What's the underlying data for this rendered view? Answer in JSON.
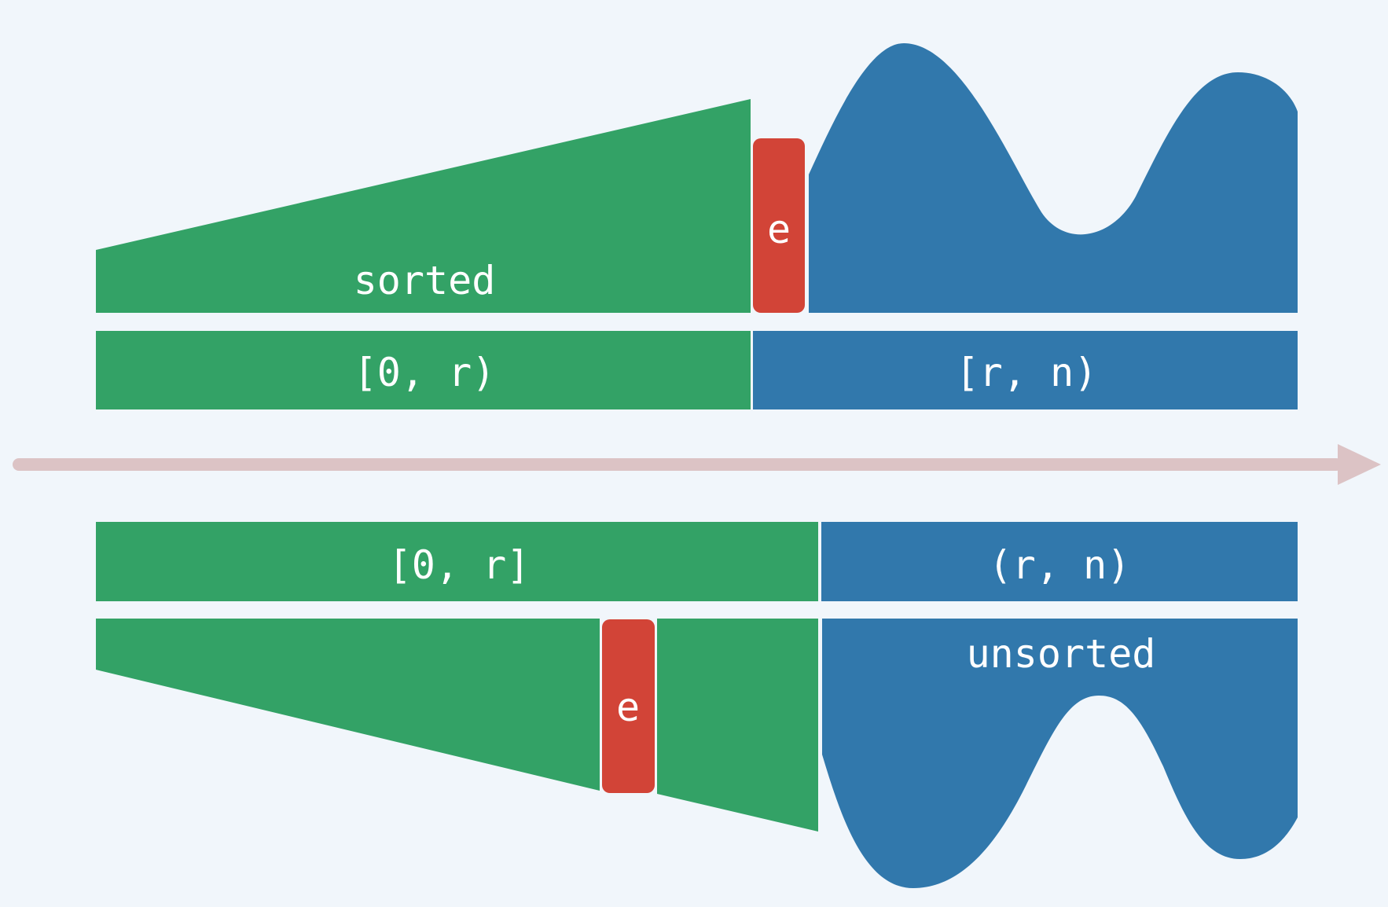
{
  "colors": {
    "background": "#f1f6fb",
    "sorted": "#33a266",
    "unsorted": "#3178ac",
    "element": "#d24437",
    "arrow": "#dcc3c5"
  },
  "before": {
    "sorted_label": "sorted",
    "element_label": "e",
    "sorted_range": "[0, r)",
    "unsorted_range": "[r, n)"
  },
  "after": {
    "sorted_range": "[0, r]",
    "unsorted_range": "(r, n)",
    "element_label": "e",
    "unsorted_label": "unsorted"
  }
}
